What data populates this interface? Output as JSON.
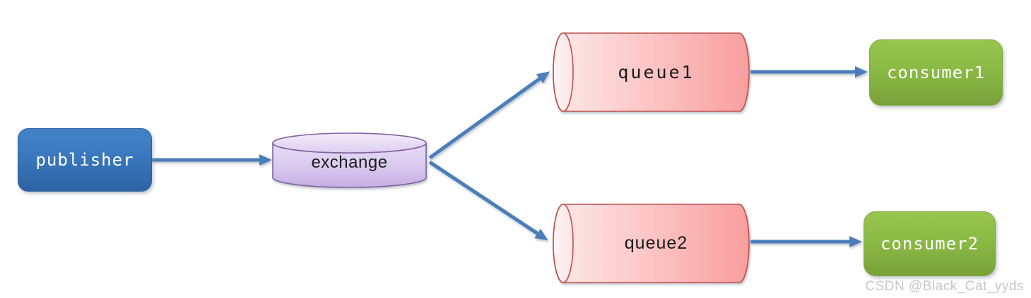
{
  "diagram": {
    "title_hint": "message broker fanout topology",
    "nodes": {
      "publisher": {
        "label": "publisher",
        "shape": "rounded-rect",
        "fill": "#3a77bd",
        "text_color": "#ffffff"
      },
      "exchange": {
        "label": "exchange",
        "shape": "cylinder-vertical",
        "fill": "#d7c6ec",
        "stroke": "#8064a2",
        "text_color": "#1a1a1a"
      },
      "queue1": {
        "label": "queue1",
        "shape": "cylinder-horizontal",
        "fill": "#fbc4c4",
        "stroke": "#c0504d",
        "text_color": "#1a1a1a"
      },
      "queue2": {
        "label": "queue2",
        "shape": "cylinder-horizontal",
        "fill": "#fbc4c4",
        "stroke": "#c0504d",
        "text_color": "#1a1a1a"
      },
      "consumer1": {
        "label": "consumer1",
        "shape": "rounded-rect",
        "fill": "#8bba45",
        "text_color": "#ffffff"
      },
      "consumer2": {
        "label": "consumer2",
        "shape": "rounded-rect",
        "fill": "#8bba45",
        "text_color": "#ffffff"
      }
    },
    "edges": [
      {
        "from": "publisher",
        "to": "exchange"
      },
      {
        "from": "exchange",
        "to": "queue1"
      },
      {
        "from": "exchange",
        "to": "queue2"
      },
      {
        "from": "queue1",
        "to": "consumer1"
      },
      {
        "from": "queue2",
        "to": "consumer2"
      }
    ],
    "colors": {
      "arrow": "#4a7ebb",
      "publisher_gradient": [
        "#4583c9",
        "#2d63a3"
      ],
      "consumer_gradient": [
        "#97c54e",
        "#79a139"
      ],
      "exchange_gradient": [
        "#e9e0f5",
        "#c9b3e5"
      ],
      "exchange_stroke": "#8064a2",
      "queue_gradient": [
        "#fdeeee",
        "#f89e9e"
      ],
      "queue_stroke": "#c0504d",
      "background": "#ffffff"
    }
  },
  "watermark": {
    "text": "CSDN @Black_Cat_yyds",
    "color": "#c7c7c7"
  }
}
